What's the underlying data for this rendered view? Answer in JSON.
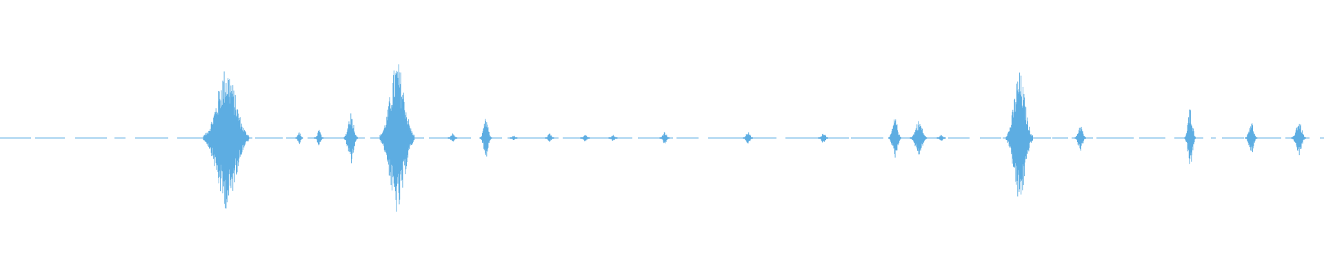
{
  "waveform": {
    "color": "#5dade2",
    "channel": "mono",
    "amplitude_range": [
      -1,
      1
    ],
    "baseline": "dotted",
    "bursts": [
      {
        "position": 0.171,
        "width": 0.034,
        "amplitude": 0.88
      },
      {
        "position": 0.226,
        "width": 0.005,
        "amplitude": 0.08
      },
      {
        "position": 0.241,
        "width": 0.006,
        "amplitude": 0.1
      },
      {
        "position": 0.265,
        "width": 0.01,
        "amplitude": 0.33
      },
      {
        "position": 0.3,
        "width": 0.026,
        "amplitude": 0.95
      },
      {
        "position": 0.342,
        "width": 0.006,
        "amplitude": 0.06
      },
      {
        "position": 0.367,
        "width": 0.008,
        "amplitude": 0.25
      },
      {
        "position": 0.388,
        "width": 0.005,
        "amplitude": 0.03
      },
      {
        "position": 0.415,
        "width": 0.006,
        "amplitude": 0.06
      },
      {
        "position": 0.442,
        "width": 0.006,
        "amplitude": 0.05
      },
      {
        "position": 0.463,
        "width": 0.006,
        "amplitude": 0.04
      },
      {
        "position": 0.502,
        "width": 0.007,
        "amplitude": 0.08
      },
      {
        "position": 0.565,
        "width": 0.007,
        "amplitude": 0.08
      },
      {
        "position": 0.622,
        "width": 0.007,
        "amplitude": 0.07
      },
      {
        "position": 0.676,
        "width": 0.009,
        "amplitude": 0.25
      },
      {
        "position": 0.694,
        "width": 0.012,
        "amplitude": 0.22
      },
      {
        "position": 0.711,
        "width": 0.006,
        "amplitude": 0.04
      },
      {
        "position": 0.77,
        "width": 0.02,
        "amplitude": 0.82
      },
      {
        "position": 0.816,
        "width": 0.008,
        "amplitude": 0.17
      },
      {
        "position": 0.899,
        "width": 0.008,
        "amplitude": 0.39
      },
      {
        "position": 0.945,
        "width": 0.008,
        "amplitude": 0.22
      },
      {
        "position": 0.981,
        "width": 0.01,
        "amplitude": 0.22
      }
    ]
  }
}
